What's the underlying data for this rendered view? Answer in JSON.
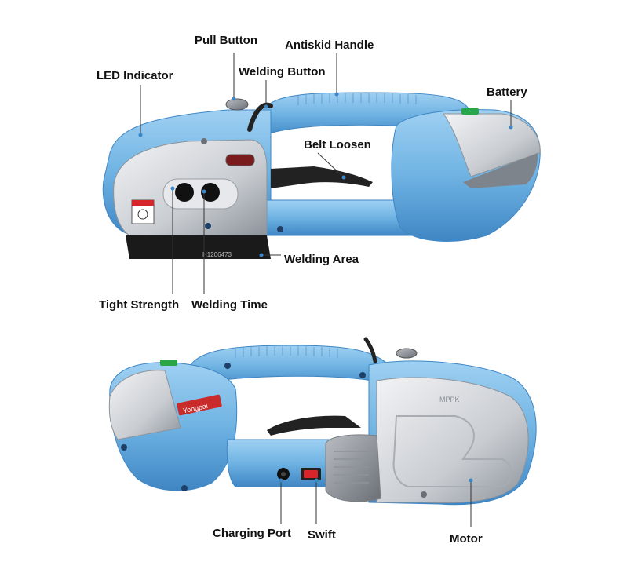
{
  "labels": {
    "pull_button": "Pull Button",
    "antiskid_handle": "Antiskid Handle",
    "led_indicator": "LED Indicator",
    "welding_button": "Welding Button",
    "battery": "Battery",
    "belt_loosen": "Belt Loosen",
    "welding_area": "Welding Area",
    "tight_strength": "Tight Strength",
    "welding_time": "Welding Time",
    "charging_port": "Charging Port",
    "swift": "Swift",
    "motor": "Motor"
  },
  "product_text": {
    "serial": "H1206473",
    "brand": "MPPK",
    "side_brand": "Yongpai"
  },
  "colors": {
    "body_blue": "#6fb3e3",
    "body_blue_dark": "#3f86c4",
    "metal_silver": "#cfd3d8",
    "metal_dark": "#8d939a",
    "base_black": "#222222",
    "leader_line": "#333333",
    "switch_red": "#d8252a"
  }
}
